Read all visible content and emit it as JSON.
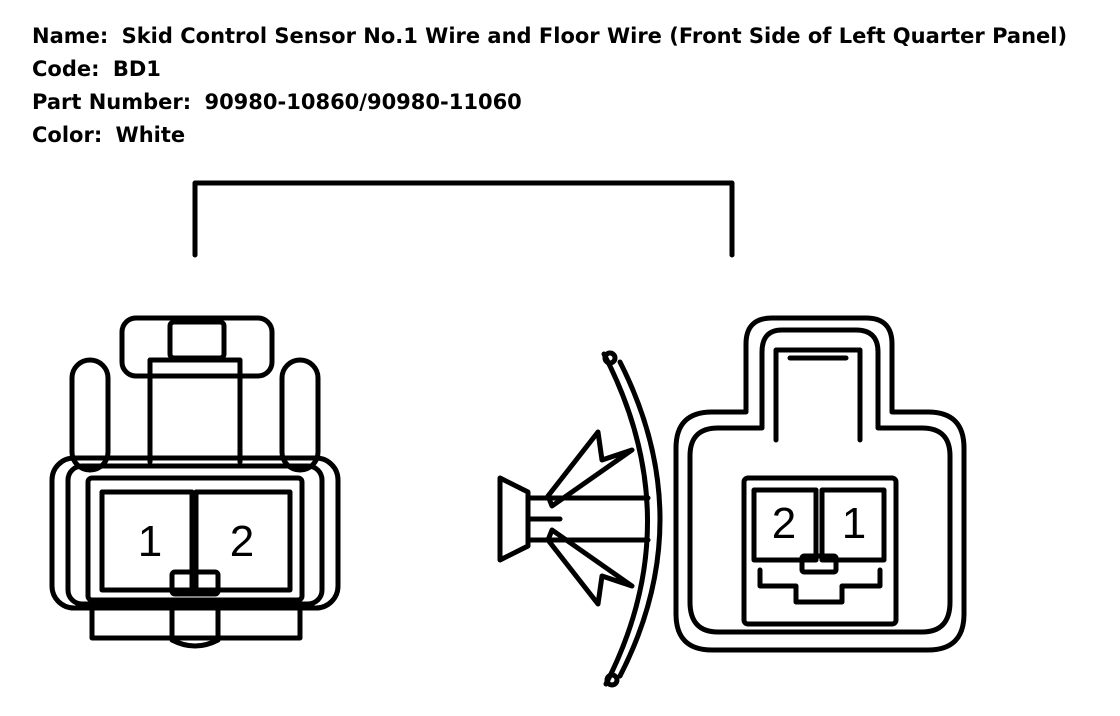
{
  "header": {
    "name_label": "Name:",
    "name_value": "Skid Control Sensor No.1 Wire and Floor Wire (Front Side of Left Quarter Panel)",
    "code_label": "Code:",
    "code_value": "BD1",
    "part_label": "Part Number:",
    "part_value": "90980-10860/90980-11060",
    "color_label": "Color:",
    "color_value": "White"
  },
  "connector_left": {
    "pins": [
      "1",
      "2"
    ]
  },
  "connector_right": {
    "pins": [
      "2",
      "1"
    ]
  },
  "colors": {
    "line": "#000000",
    "background": "#ffffff"
  }
}
